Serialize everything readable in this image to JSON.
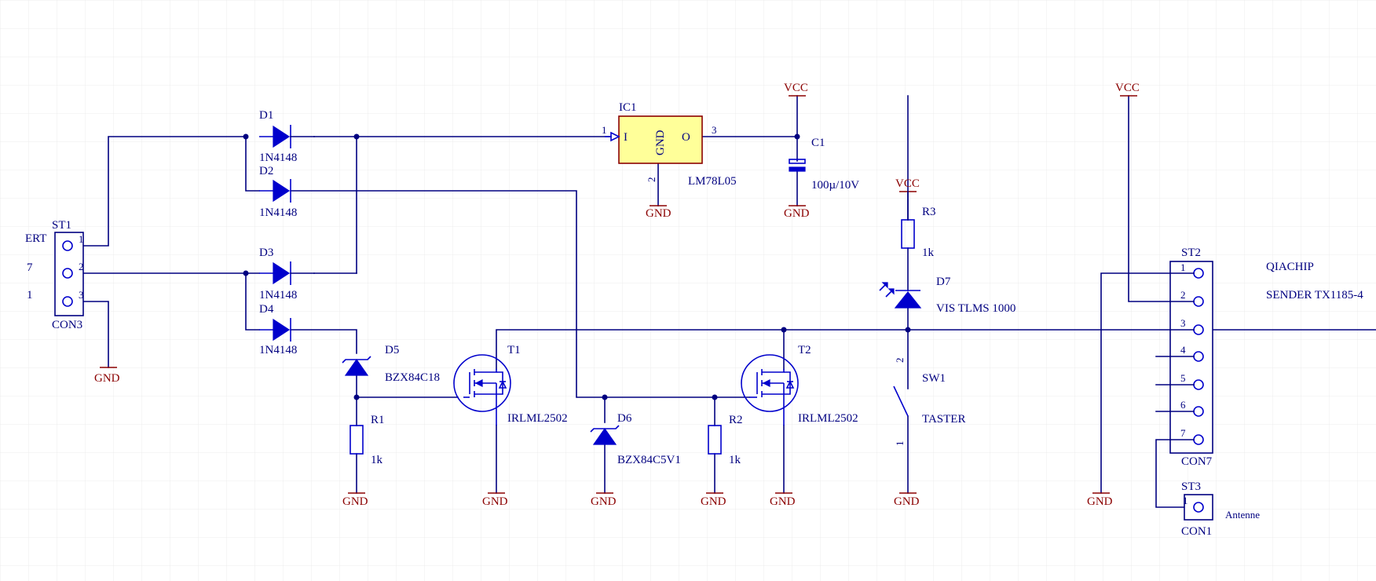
{
  "labels": {
    "st1": "ST1",
    "st1_name": "ERT",
    "st1_pin7": "7",
    "st1_pin1": "1",
    "st1_type": "CON3",
    "p1": "1",
    "p2": "2",
    "p3": "3",
    "d1": "D1",
    "d1v": "1N4148",
    "d2": "D2",
    "d2v": "1N4148",
    "d3": "D3",
    "d3v": "1N4148",
    "d4": "D4",
    "d4v": "1N4148",
    "d5": "D5",
    "d5v": "BZX84C18",
    "d6": "D6",
    "d6v": "BZX84C5V1",
    "d7": "D7",
    "d7v": "VIS TLMS 1000",
    "ic1": "IC1",
    "ic1v": "LM78L05",
    "ic_i": "I",
    "ic_gnd": "GND",
    "ic_o": "O",
    "ic_pin1": "1",
    "ic_pin2": "2",
    "ic_pin3": "3",
    "c1": "C1",
    "c1v": "100µ/10V",
    "r1": "R1",
    "r1v": "1k",
    "r2": "R2",
    "r2v": "1k",
    "r3": "R3",
    "r3v": "1k",
    "t1": "T1",
    "t1v": "IRLML2502",
    "t2": "T2",
    "t2v": "IRLML2502",
    "sw1": "SW1",
    "sw1v": "TASTER",
    "sw_pin2": "2",
    "sw_pin1": "1",
    "st2": "ST2",
    "st2_type": "CON7",
    "st2_name1": "QIACHIP",
    "st2_name2": "SENDER TX1185-4",
    "st2_p1": "1",
    "st2_p2": "2",
    "st2_p3": "3",
    "st2_p4": "4",
    "st2_p5": "5",
    "st2_p6": "6",
    "st2_p7": "7",
    "st3": "ST3",
    "st3_type": "CON1",
    "st3_name": "Antenne",
    "st3_p1": "1"
  },
  "power": {
    "vcc": "VCC",
    "gnd": "GND"
  },
  "colors": {
    "wire": "#000080",
    "component": "#0000cc",
    "power": "#8b0000",
    "ic_fill": "#ffff99",
    "grid": "#ececec"
  }
}
